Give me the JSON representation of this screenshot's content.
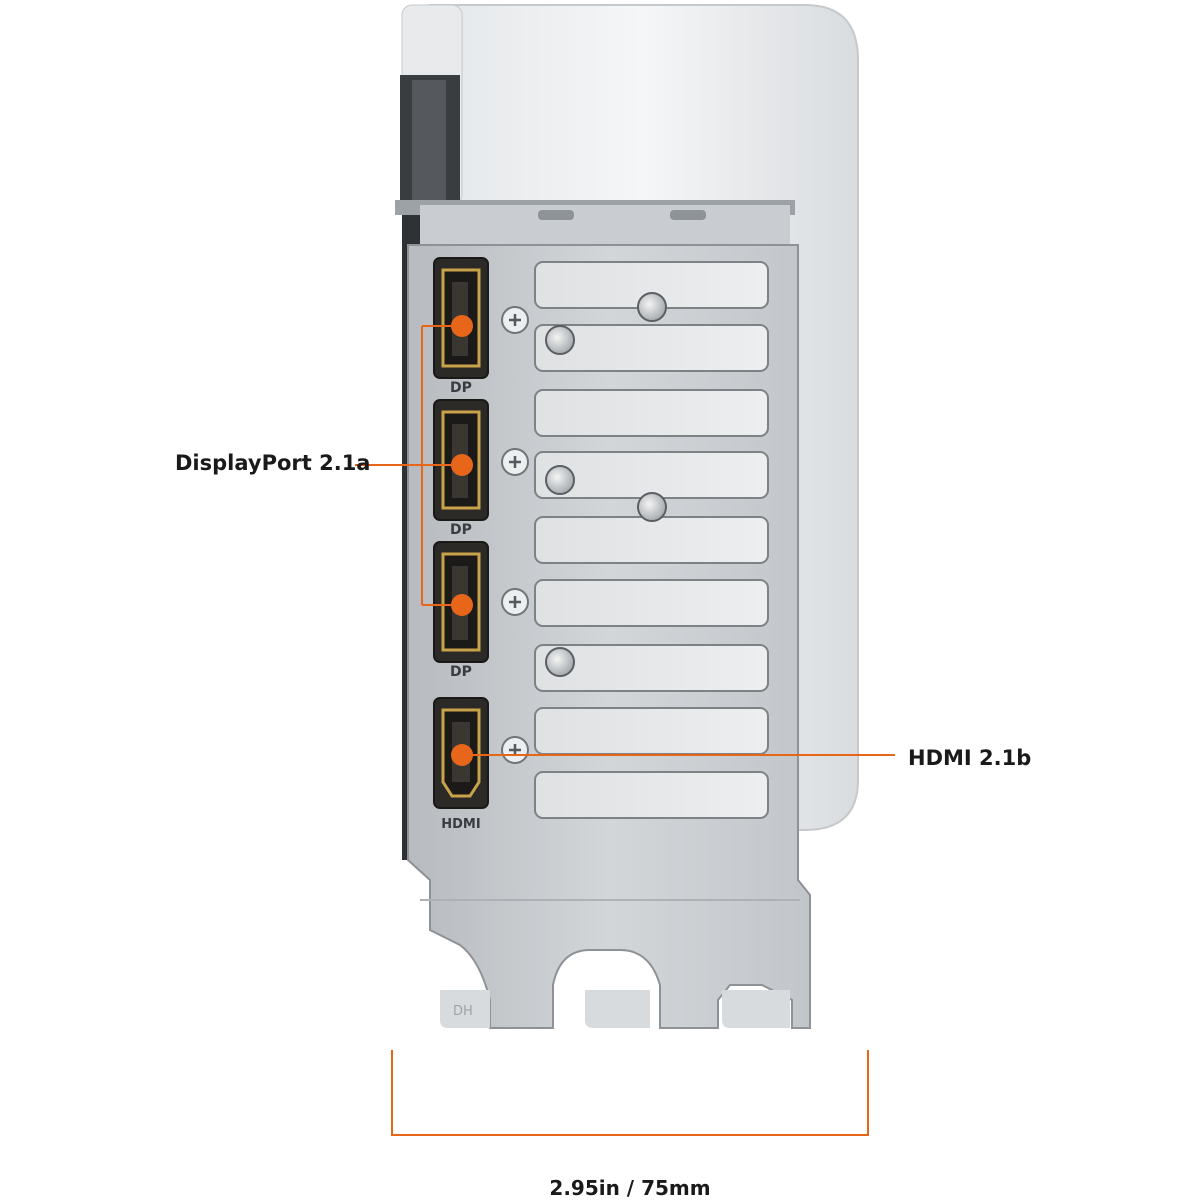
{
  "callouts": {
    "displayport": "DisplayPort 2.1a",
    "hdmi": "HDMI 2.1b",
    "dimension": "2.95in / 75mm"
  },
  "ports": [
    {
      "type": "displayport",
      "label": "DP"
    },
    {
      "type": "displayport",
      "label": "DP"
    },
    {
      "type": "displayport",
      "label": "DP"
    },
    {
      "type": "hdmi",
      "label": "HDMI"
    }
  ],
  "bracket_mark": "DH",
  "colors": {
    "accent": "#e8661a",
    "bracket": "#c9cdd1",
    "shroud": "#eef0f2",
    "port_gold": "#c9a34a",
    "text": "#1a1a1a"
  }
}
